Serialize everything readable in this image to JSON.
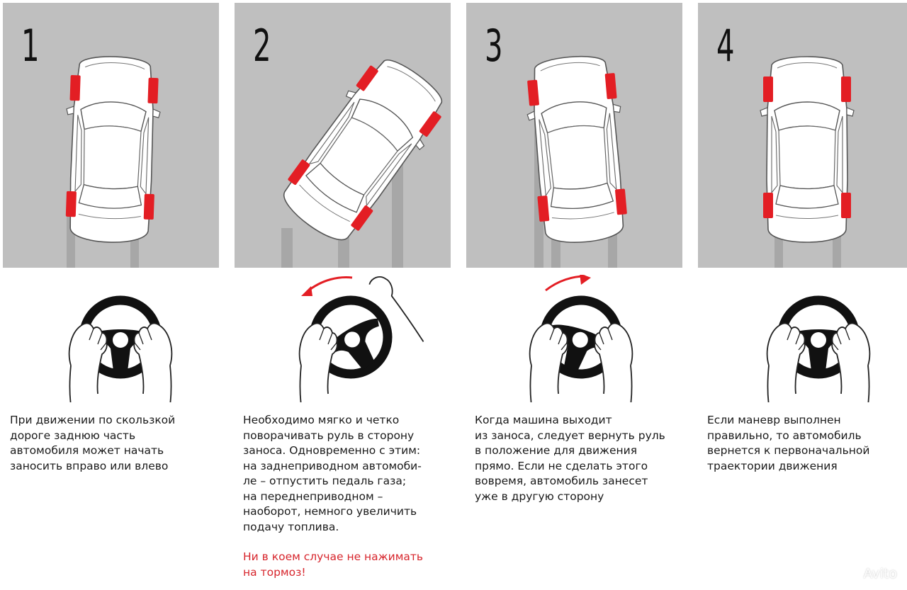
{
  "colors": {
    "panel_bg": "#bfbfbf",
    "track": "#a7a7a7",
    "car_body": "#ffffff",
    "car_outline": "#555555",
    "wheel_highlight": "#e31e24",
    "steering_wheel": "#111111",
    "arrow": "#e31e24",
    "warning_text": "#d7262d"
  },
  "steps": [
    {
      "number": "1",
      "caption": "При движении по скользкой\nдороге заднюю часть\nавтомобиля может начать\nзаносить вправо или влево"
    },
    {
      "number": "2",
      "caption": "Необходимо мягко и четко\nповорачивать руль в сторону\nзаноса. Одновременно с этим:\nна заднеприводном автомоби-\nле – отпустить педаль газа;\nна переднеприводном –\nнаоборот, немного увеличить\nподачу топлива.",
      "warning": "Ни в коем случае не нажимать\nна тормоз!"
    },
    {
      "number": "3",
      "caption": "Когда машина выходит\nиз заноса, следует вернуть руль\nв положение для движения\nпрямо. Если не сделать этого\nвовремя, автомобиль занесет\nуже в другую сторону"
    },
    {
      "number": "4",
      "caption": "Если маневр выполнен\nправильно, то автомобиль\nвернется к первоначальной\nтраектории движения"
    }
  ],
  "watermark": {
    "icon": "avito-logo-icon",
    "text": "Avito"
  }
}
